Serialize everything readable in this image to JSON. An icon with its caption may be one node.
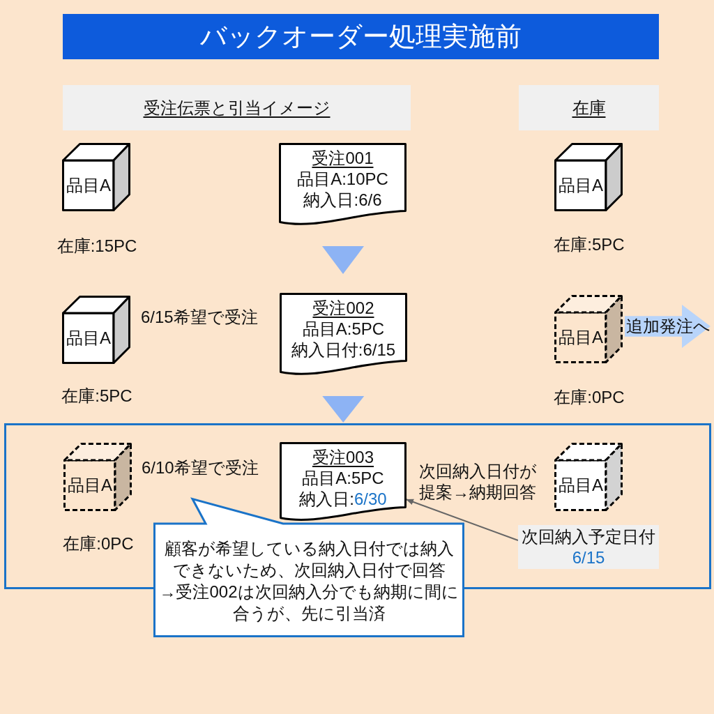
{
  "diagram": {
    "title": "バックオーダー処理実施前",
    "nodes": [
      {
        "text": [
          "受注伝票と引当イメージ"
        ]
      },
      {
        "text": [
          "在庫"
        ]
      },
      {
        "text": [
          "品目A"
        ],
        "beside": [
          "在庫:15PC"
        ]
      },
      {
        "text": [
          "受注001",
          "品目A:10PC",
          "納入日:6/6"
        ]
      },
      {
        "text": [
          "品目A"
        ],
        "beside": [
          "在庫:5PC"
        ]
      },
      {
        "text": [
          "品目A"
        ],
        "beside": [
          "在庫:5PC"
        ]
      },
      {
        "text": [
          "受注002",
          "品目A:5PC",
          "納入日付:6/15"
        ]
      },
      {
        "text": [
          "品目A"
        ],
        "beside": [
          "在庫:0PC"
        ]
      },
      {
        "text": [
          "追加発注へ"
        ]
      },
      {
        "text": [],
        "shape": "box"
      },
      {
        "text": [
          "品目A"
        ],
        "in": 9,
        "beside": [
          "在庫:0PC"
        ]
      },
      {
        "text": [
          "受注003",
          "品目A:5PC",
          "納入日:",
          "6/30"
        ],
        "in": 9
      },
      {
        "text": [
          "品目A"
        ],
        "in": 9
      },
      {
        "text": [
          "顧客が希望している納入日付では納入できないため、次回納入日付で回答",
          "→受注002は次回納入分でも納期に間に合うが、先に引当済"
        ]
      },
      {
        "text": [
          "次回納入予定日付",
          "6/15"
        ],
        "in": 9
      }
    ],
    "edges": [
      {
        "from": 3,
        "to": 6,
        "arrow": "to"
      },
      {
        "from": 6,
        "to": 11,
        "arrow": "to"
      },
      {
        "from": 14,
        "to": 11,
        "arrow": "to",
        "color": "#666666"
      }
    ],
    "labels": [
      "6/15希望で受注",
      "6/10希望で受注",
      "次回納入日付が提案→納期回答"
    ]
  }
}
